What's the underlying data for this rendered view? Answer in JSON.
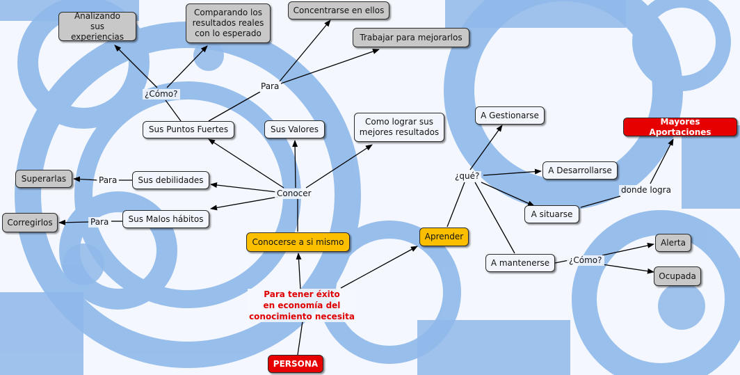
{
  "nodes": {
    "analizando": "Analizando\nsus experiencias",
    "comparando": "Comparando los\nresultados reales\ncon lo esperado",
    "concentrarse": "Concentrarse en ellos",
    "trabajar": "Trabajar para mejorarlos",
    "puntos_fuertes": "Sus Puntos Fuertes",
    "valores": "Sus Valores",
    "como_lograr": "Como lograr sus\nmejores resultados",
    "gestionarse": "A Gestionarse",
    "mayores": "Mayores Aportaciones",
    "superarlas": "Superarlas",
    "debilidades": "Sus debilidades",
    "desarrollarse": "A Desarrollarse",
    "corregirlos": "Corregirlos",
    "malos_habitos": "Sus Malos hábitos",
    "situarse": "A situarse",
    "conocerse": "Conocerse a si mismo",
    "aprender": "Aprender",
    "alerta": "Alerta",
    "mantenerse": "A mantenerse",
    "ocupada": "Ocupada",
    "persona": "PERSONA"
  },
  "links": {
    "como_1": "¿Cómo?",
    "para_1": "Para",
    "para_2": "Para",
    "para_3": "Para",
    "conocer": "Conocer",
    "que": "¿qué?",
    "donde": "donde logra",
    "como_2": "¿Cómo?",
    "exito": "Para tener éxito\nen economía del\nconocimiento necesita"
  },
  "colors": {
    "background_gears": "#8fb8ea",
    "node_white": "#f2f6fc",
    "node_gray": "#c8c8c8",
    "node_yellow": "#fbbf00",
    "node_red": "#e60000",
    "link_red_text": "#e00000"
  }
}
